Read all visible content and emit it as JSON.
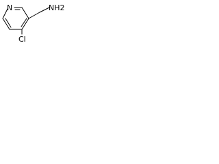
{
  "molecule": {
    "labels": {
      "ring_nitrogen": "N",
      "amine": "NH2",
      "chlorine": "Cl"
    },
    "colors": {
      "bond": "#000000",
      "label": "#000000",
      "background": "#ffffff"
    }
  }
}
